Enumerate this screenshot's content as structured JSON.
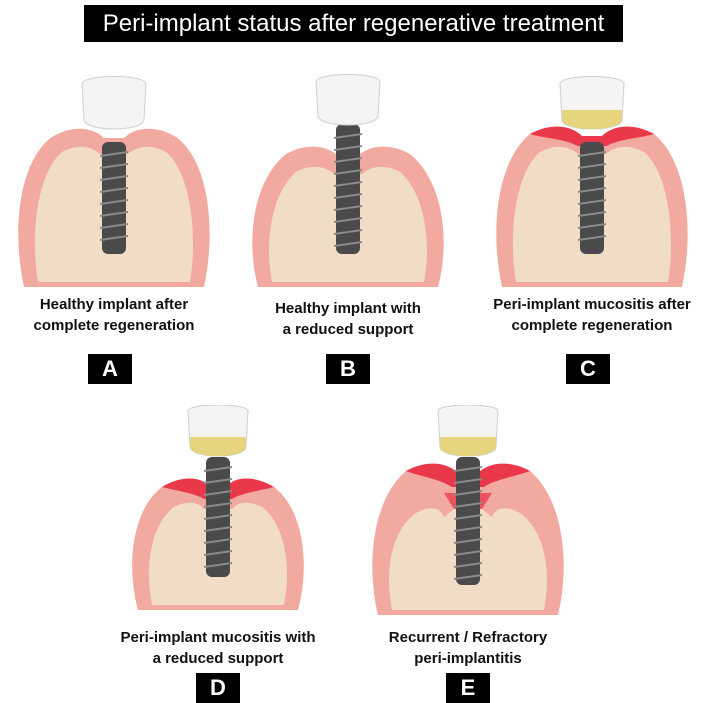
{
  "title": "Peri-implant status after regenerative treatment",
  "panels": [
    {
      "letter": "A",
      "caption": [
        "Healthy implant after",
        "complete regeneration"
      ]
    },
    {
      "letter": "B",
      "caption": [
        "Healthy implant with",
        "a reduced support"
      ]
    },
    {
      "letter": "C",
      "caption": [
        "Peri-implant mucositis after",
        "complete regeneration"
      ]
    },
    {
      "letter": "D",
      "caption": [
        "Peri-implant mucositis with",
        "a reduced support"
      ]
    },
    {
      "letter": "E",
      "caption": [
        "Recurrent / Refractory",
        "peri-implantitis"
      ]
    }
  ],
  "colors": {
    "gingiva": "#f2a9a0",
    "inflamed": "#e8384a",
    "bone": "#f1dcc6",
    "implant": "#4a4a4a",
    "crown": "#f4f4f2",
    "plaque": "#e3cf6a"
  }
}
